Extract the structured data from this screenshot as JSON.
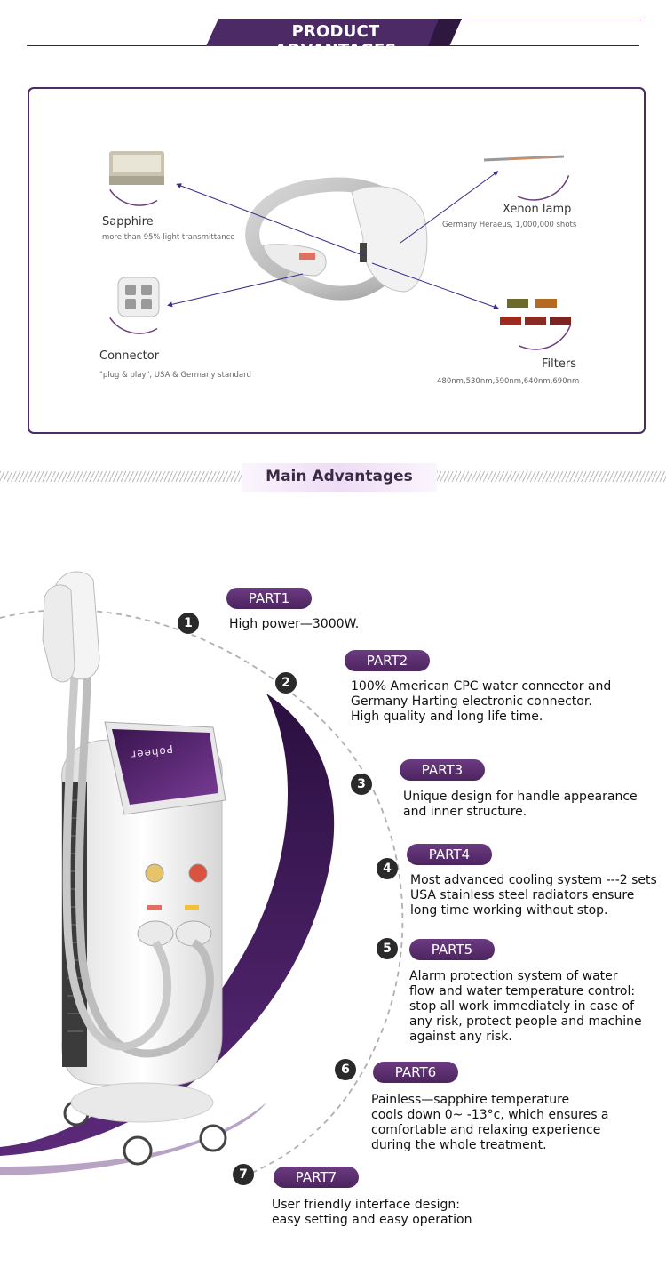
{
  "header": {
    "title": "PRODUCT ADVANTAGES"
  },
  "product_box": {
    "sapphire": {
      "label": "Sapphire",
      "sub": "more than 95% light transmittance"
    },
    "connector": {
      "label": "Connector",
      "sub": "\"plug & play\", USA & Germany standard"
    },
    "xenon": {
      "label": "Xenon lamp",
      "sub": "Germany Heraeus, 1,000,000 shots"
    },
    "filters": {
      "label": "Filters",
      "sub": "480nm,530nm,590nm,640nm,690nm"
    }
  },
  "main_advantages": {
    "title": "Main Advantages",
    "screen_text": "ɹǝǝɥoꓒ",
    "parts": [
      {
        "num": "1",
        "label": "PART1",
        "lines": [
          "High power—3000W."
        ]
      },
      {
        "num": "2",
        "label": "PART2",
        "lines": [
          "100% American CPC water connector and",
          "Germany Harting electronic connector.",
          "High quality and long life time."
        ]
      },
      {
        "num": "3",
        "label": "PART3",
        "lines": [
          "Unique design for handle appearance",
          "and inner structure."
        ]
      },
      {
        "num": "4",
        "label": "PART4",
        "lines": [
          "Most advanced cooling system ---2 sets",
          "USA stainless steel radiators ensure",
          "long time working without stop."
        ]
      },
      {
        "num": "5",
        "label": "PART5",
        "lines": [
          "Alarm protection system of water",
          "flow and water temperature control:",
          "stop all work immediately in case of",
          "any risk, protect people and machine",
          "against any risk."
        ]
      },
      {
        "num": "6",
        "label": "PART6",
        "lines": [
          "Painless—sapphire temperature",
          "cools down 0~ -13°c, which ensures a",
          "comfortable and relaxing experience",
          "during the whole treatment."
        ]
      },
      {
        "num": "7",
        "label": "PART7",
        "lines": [
          "User friendly interface design:",
          "easy setting and easy operation"
        ]
      }
    ]
  },
  "colors": {
    "accent": "#4b2a66",
    "pill": "#5c3270",
    "text": "#111111"
  }
}
